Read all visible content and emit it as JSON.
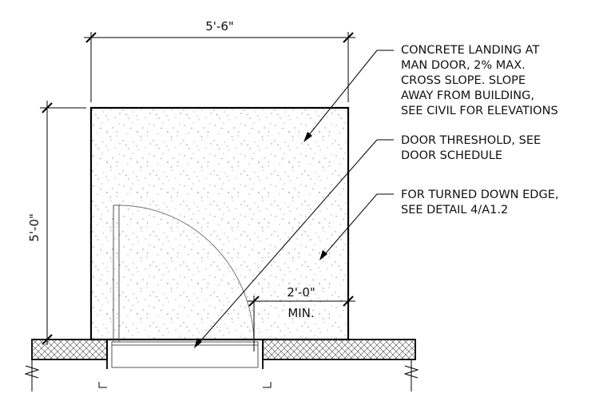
{
  "dimensions": {
    "width": "5'-6\"",
    "height": "5'-0\"",
    "clearance": "2'-0\"",
    "clearance_qualifier": "MIN."
  },
  "notes": [
    {
      "lines": [
        "CONCRETE LANDING AT",
        "MAN DOOR, 2% MAX.",
        "CROSS SLOPE.  SLOPE",
        "AWAY FROM BUILDING,",
        "SEE CIVIL FOR ELEVATIONS"
      ]
    },
    {
      "lines": [
        "DOOR THRESHOLD, SEE",
        "DOOR SCHEDULE"
      ]
    },
    {
      "lines": [
        "FOR TURNED DOWN EDGE,",
        "SEE DETAIL 4/A1.2"
      ]
    }
  ]
}
